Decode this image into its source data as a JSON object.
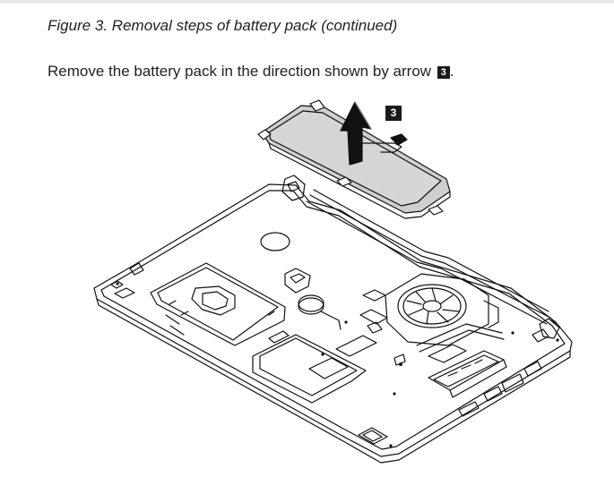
{
  "caption": "Figure 3. Removal steps of battery pack (continued)",
  "instruction": {
    "text": "Remove the battery pack in the direction shown by arrow",
    "step_ref": "3",
    "suffix": "."
  },
  "figure": {
    "step_label": "3"
  },
  "colors": {
    "text": "#222222",
    "badge_bg": "#1a1a1a",
    "battery_fill": "#cfcfcf",
    "line": "#111111"
  }
}
